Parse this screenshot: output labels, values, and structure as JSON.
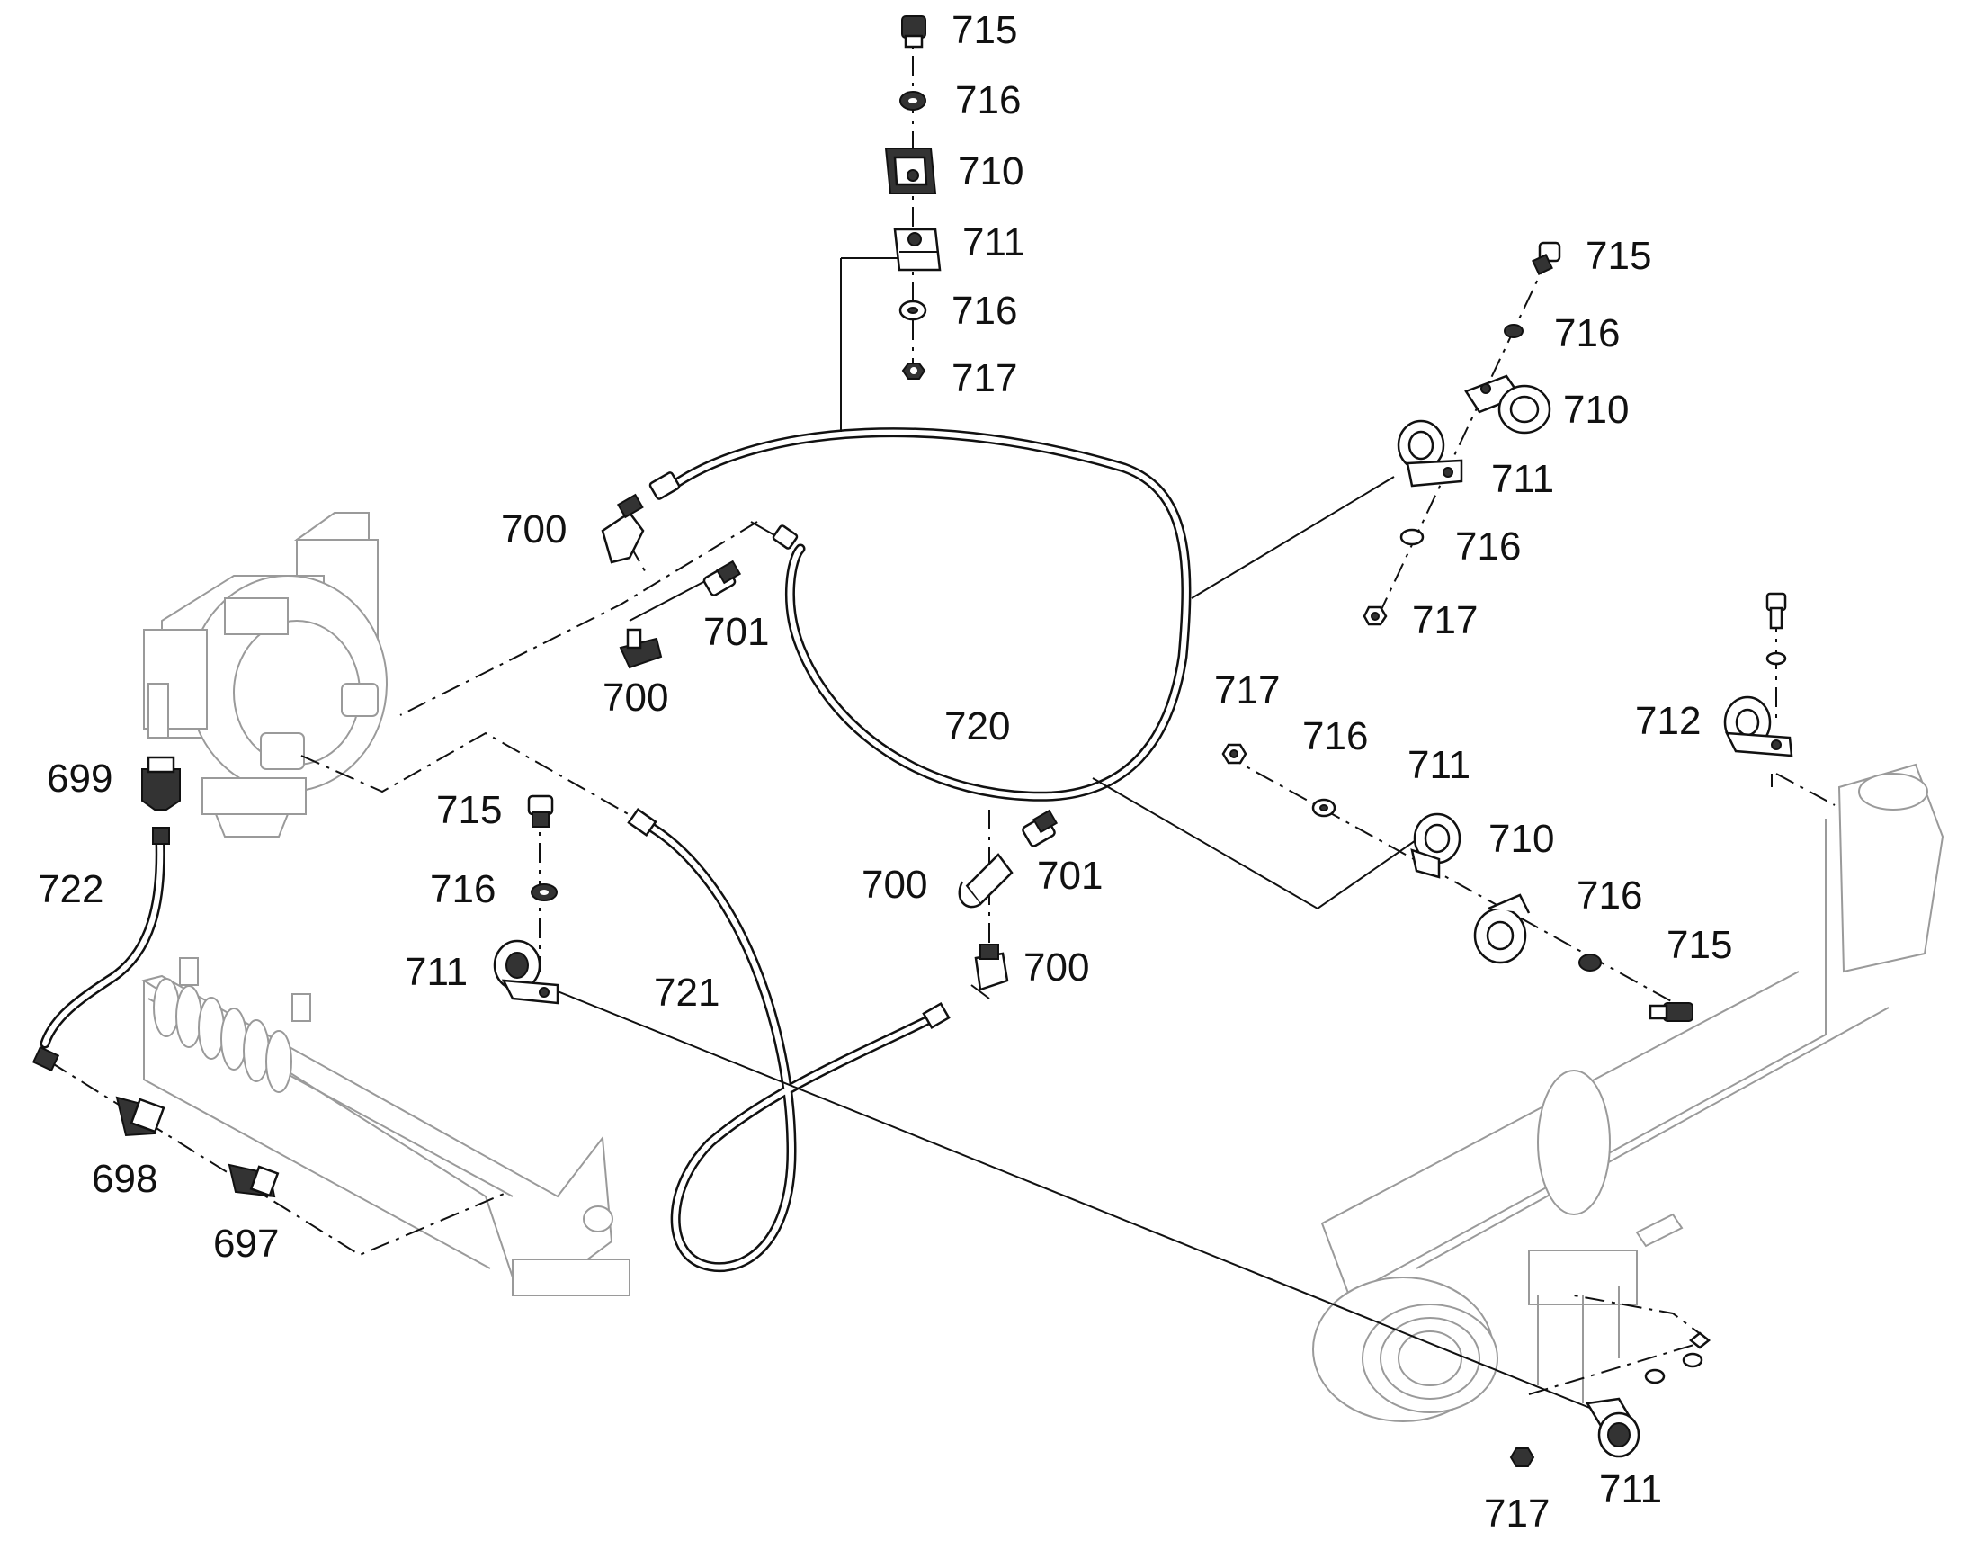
{
  "diagram": {
    "colors": {
      "line": "#111111",
      "ghost": "#9a9a9a",
      "fill": "#ffffff"
    },
    "callouts": {
      "c715a": "715",
      "c716a": "716",
      "c710a": "710",
      "c711a": "711",
      "c716b": "716",
      "c717a": "717",
      "c715b": "715",
      "c716c": "716",
      "c710b": "710",
      "c711b": "711",
      "c716d": "716",
      "c717b": "717",
      "c700a": "700",
      "c701a": "701",
      "c700b": "700",
      "c720": "720",
      "c717c": "717",
      "c716e": "716",
      "c711c": "711",
      "c710c": "710",
      "c716f": "716",
      "c715c": "715",
      "c712": "712",
      "c699": "699",
      "c722": "722",
      "c715d": "715",
      "c716g": "716",
      "c711d": "711",
      "c721": "721",
      "c700c": "700",
      "c701b": "701",
      "c700d": "700",
      "c698": "698",
      "c697": "697",
      "c717d": "717",
      "c711e": "711"
    }
  }
}
